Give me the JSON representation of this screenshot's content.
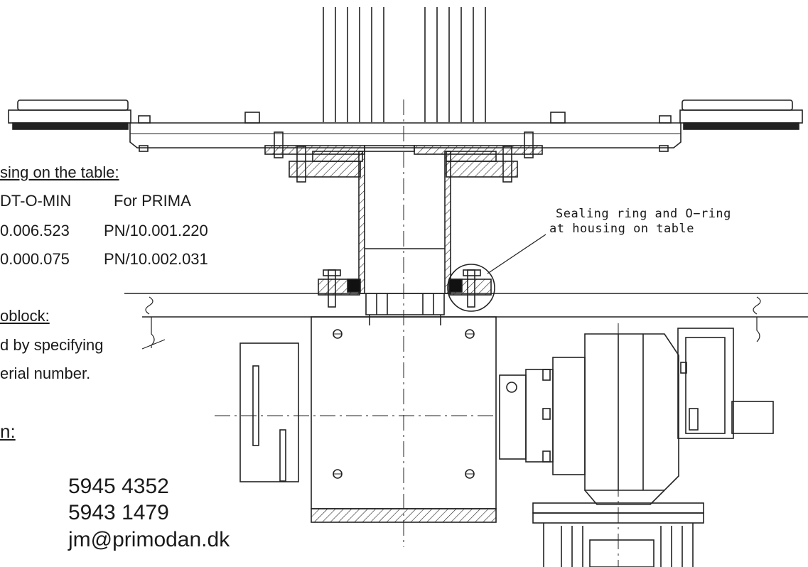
{
  "housing_section": {
    "heading": "sing on the table:",
    "col1_header": "DT-O-MIN",
    "col2_header": "For PRIMA",
    "row1_col1": "0.006.523",
    "row1_col2": "PN/10.001.220",
    "row2_col1": "0.000.075",
    "row2_col2": "PN/10.002.031"
  },
  "block_section": {
    "heading": "oblock:",
    "line1": "d by specifying",
    "line2": "erial number."
  },
  "contact_section": {
    "heading": "n:",
    "phone1": "5945 4352",
    "phone2": "5943 1479",
    "email": "jm@primodan.dk"
  },
  "callout": {
    "line1": "Sealing ring and O−ring",
    "line2": "at housing on table"
  }
}
